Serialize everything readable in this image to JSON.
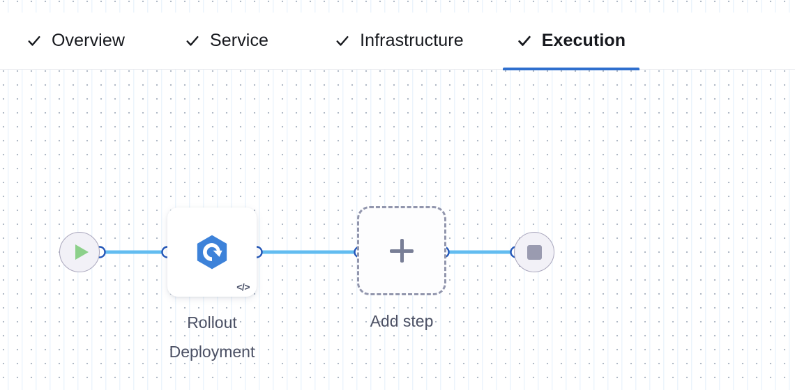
{
  "tabs": [
    {
      "id": "overview",
      "label": "Overview",
      "icon": "check-icon",
      "complete": true,
      "active": false
    },
    {
      "id": "service",
      "label": "Service",
      "icon": "check-icon",
      "complete": true,
      "active": false
    },
    {
      "id": "infrastructure",
      "label": "Infrastructure",
      "icon": "check-icon",
      "complete": true,
      "active": false
    },
    {
      "id": "execution",
      "label": "Execution",
      "icon": "check-icon",
      "complete": true,
      "active": true
    }
  ],
  "flow": {
    "nodes": {
      "start": {
        "type": "start-node",
        "icon": "play-icon",
        "label": ""
      },
      "rollout": {
        "type": "step-node",
        "icon": "rollout-deployment-icon",
        "badge_icon": "code-icon",
        "label": "Rollout\nDeployment"
      },
      "addstep": {
        "type": "add-node",
        "icon": "plus-icon",
        "label": "Add step"
      },
      "stop": {
        "type": "end-node",
        "icon": "stop-icon",
        "label": ""
      }
    },
    "edges": [
      {
        "from": "start",
        "to": "rollout"
      },
      {
        "from": "rollout",
        "to": "addstep"
      },
      {
        "from": "addstep",
        "to": "stop"
      }
    ]
  },
  "colors": {
    "accent_blue": "#2f6fce",
    "edge_blue": "#62bcf0",
    "port_stroke": "#2356b8",
    "brand_icon_blue": "#3d82d9",
    "play_green": "#8cd08a",
    "stop_gray": "#9a9bb0",
    "dash_border": "#9296ad",
    "caption_text": "#4b5064",
    "tab_text": "#16181d",
    "canvas_bg": "#ffffff"
  }
}
